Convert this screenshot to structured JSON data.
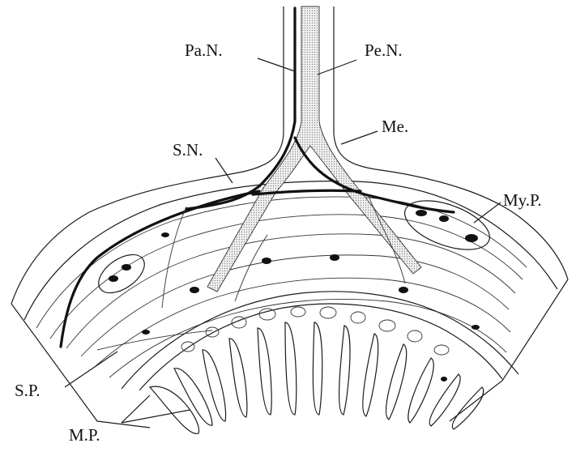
{
  "labels": {
    "pa_n": "Pa.N.",
    "pe_n": "Pe.N.",
    "me": "Me.",
    "s_n": "S.N.",
    "my_p": "My.P.",
    "s_p": "S.P.",
    "m_p": "M.P."
  }
}
